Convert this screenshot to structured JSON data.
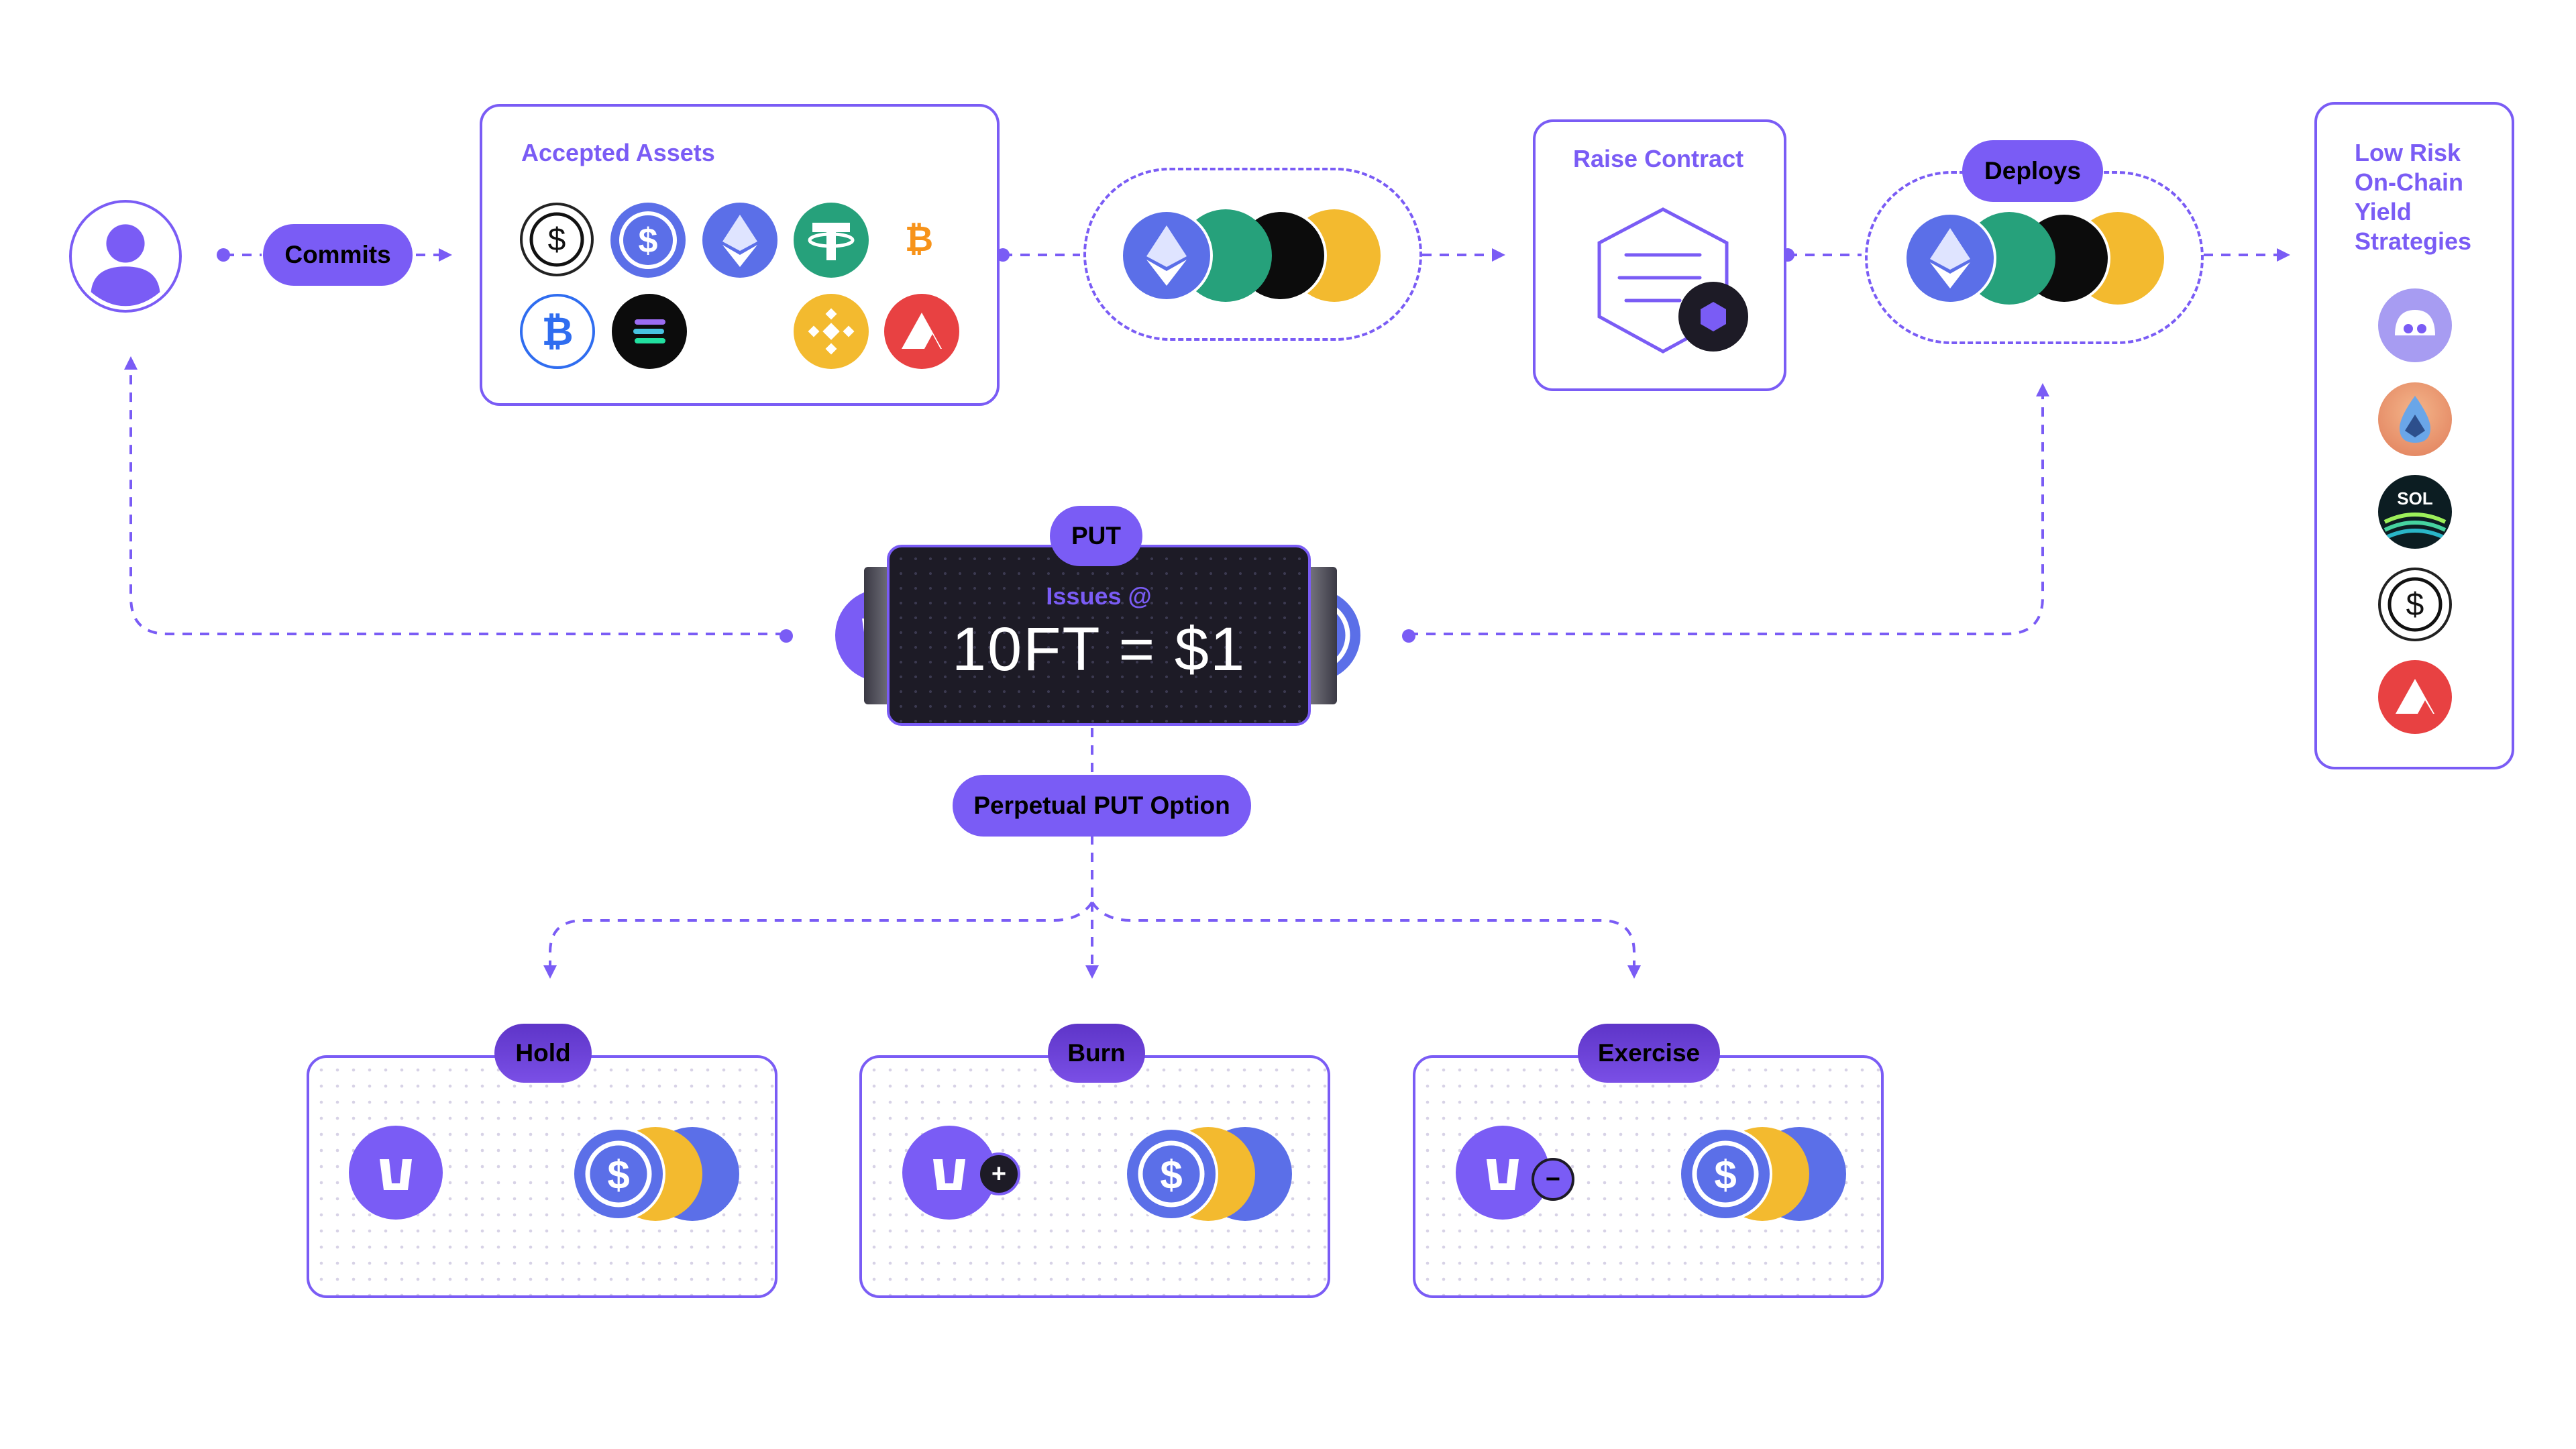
{
  "flow": {
    "commits_label": "Commits",
    "deploys_label": "Deploys",
    "put_label": "PUT",
    "perpetual_put_label": "Perpetual PUT Option"
  },
  "accepted_assets": {
    "title": "Accepted Assets",
    "icons": [
      "usdc-black-icon",
      "usdc-icon",
      "ethereum-icon",
      "tether-icon",
      "bitcoin-small-icon",
      "wrapped-bitcoin-icon",
      "solana-icon",
      "binance-icon",
      "avalanche-icon"
    ]
  },
  "raise_contract": {
    "title": "Raise Contract"
  },
  "yield_strategies": {
    "title_lines": [
      "Low Risk",
      "On-Chain",
      "Yield",
      "Strategies"
    ],
    "icons": [
      "ghost-protocol-icon",
      "liquid-staking-icon",
      "sol-icon",
      "dollar-coin-icon",
      "avalanche-icon"
    ],
    "sol_text": "SOL"
  },
  "token_card": {
    "subtitle": "Issues @",
    "value": "10FT = $1"
  },
  "outcomes": [
    {
      "label": "Hold",
      "modifier": ""
    },
    {
      "label": "Burn",
      "modifier": "+"
    },
    {
      "label": "Exercise",
      "modifier": "−"
    }
  ],
  "colors": {
    "accent": "#7a5cf5",
    "dark_card": "#1d1b26",
    "eth": "#627eea",
    "usdc": "#2775ca",
    "tether": "#26a17b",
    "binance": "#f3ba2f",
    "avalanche": "#e84142",
    "bitcoin": "#f7931a"
  }
}
